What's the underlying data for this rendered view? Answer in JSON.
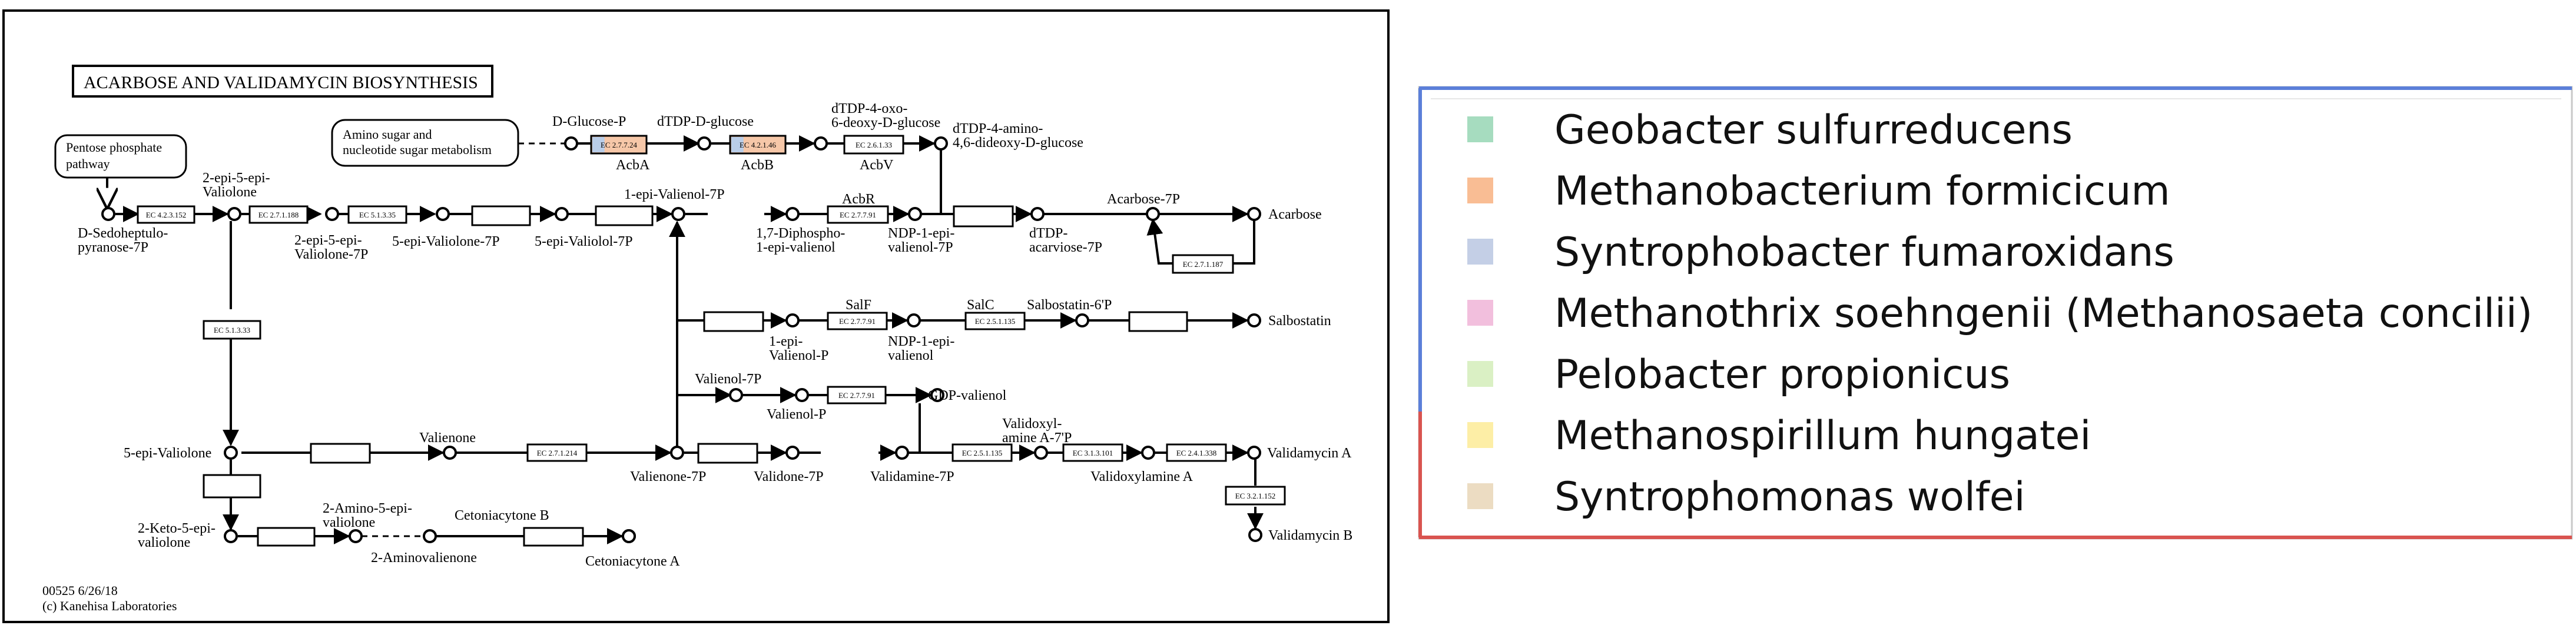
{
  "map": {
    "title": "ACARBOSE AND VALIDAMYCIN BIOSYNTHESIS",
    "footer_id": "00525 6/26/18",
    "footer_copyright": "(c) Kanehisa Laboratories"
  },
  "colors": {
    "highlight_fill": "#f6c7a8",
    "highlight_stripe": "#b9cde8",
    "legend_border_top": "#5b7fd9",
    "legend_border_bottom": "#d9534f"
  },
  "maps": [
    {
      "id": "m1",
      "text": "Pentose phosphate\npathway"
    },
    {
      "id": "m2",
      "text": "Amino sugar and\nnucleotide sugar metabolism"
    }
  ],
  "enzymes": [
    {
      "id": "e1",
      "text": "EC 4.2.3.152",
      "highlighted": false
    },
    {
      "id": "e2",
      "text": "EC 2.7.1.188",
      "highlighted": false
    },
    {
      "id": "e3",
      "text": "EC 5.1.3.35",
      "highlighted": false
    },
    {
      "id": "e4",
      "text": "",
      "highlighted": false
    },
    {
      "id": "e5",
      "text": "",
      "highlighted": false
    },
    {
      "id": "e6",
      "text": "EC 2.7.7.24",
      "highlighted": true
    },
    {
      "id": "e7",
      "text": "EC 4.2.1.46",
      "highlighted": true
    },
    {
      "id": "e8",
      "text": "EC 2.6.1.33",
      "highlighted": false
    },
    {
      "id": "e9",
      "text": "EC 2.7.7.91",
      "highlighted": false
    },
    {
      "id": "e10",
      "text": "",
      "highlighted": false
    },
    {
      "id": "e11",
      "text": "EC 2.7.1.187",
      "highlighted": false
    },
    {
      "id": "e12",
      "text": "",
      "highlighted": false
    },
    {
      "id": "e13",
      "text": "EC 2.7.7.91",
      "highlighted": false
    },
    {
      "id": "e14",
      "text": "EC 2.5.1.135",
      "highlighted": false
    },
    {
      "id": "e15",
      "text": "",
      "highlighted": false
    },
    {
      "id": "e16",
      "text": "EC 5.1.3.33",
      "highlighted": false
    },
    {
      "id": "e17",
      "text": "EC 2.7.7.91",
      "highlighted": false
    },
    {
      "id": "e18",
      "text": "",
      "highlighted": false
    },
    {
      "id": "e19",
      "text": "EC 2.7.1.214",
      "highlighted": false
    },
    {
      "id": "e20",
      "text": "",
      "highlighted": false
    },
    {
      "id": "e21",
      "text": "EC 2.5.1.135",
      "highlighted": false
    },
    {
      "id": "e22",
      "text": "EC 3.1.3.101",
      "highlighted": false
    },
    {
      "id": "e23",
      "text": "EC 2.4.1.338",
      "highlighted": false
    },
    {
      "id": "e24",
      "text": "",
      "highlighted": false
    },
    {
      "id": "e25",
      "text": "",
      "highlighted": false
    },
    {
      "id": "e26",
      "text": "",
      "highlighted": false
    },
    {
      "id": "e27",
      "text": "EC 3.2.1.152",
      "highlighted": false
    }
  ],
  "compounds": [
    {
      "id": "c1",
      "label": "D-Sedoheptulo-\npyranose-7P"
    },
    {
      "id": "c2",
      "label": "2-epi-5-epi-\nValiolone"
    },
    {
      "id": "c3",
      "label": "2-epi-5-epi-\nValiolone-7P"
    },
    {
      "id": "c4",
      "label": "5-epi-Valiolone-7P"
    },
    {
      "id": "c5",
      "label": "5-epi-Valiolol-7P"
    },
    {
      "id": "c6",
      "label": "1-epi-Valienol-7P"
    },
    {
      "id": "c7",
      "label": "D-Glucose-P"
    },
    {
      "id": "c8",
      "label": "dTDP-D-glucose"
    },
    {
      "id": "c9",
      "label": "dTDP-4-oxo-\n6-deoxy-D-glucose"
    },
    {
      "id": "c10",
      "label": "dTDP-4-amino-\n4,6-dideoxy-D-glucose"
    },
    {
      "id": "c11",
      "label": "1,7-Diphospho-\n1-epi-valienol"
    },
    {
      "id": "c12",
      "label": "NDP-1-epi-\nvalienol-7P"
    },
    {
      "id": "c13",
      "label": "dTDP-\nacarviose-7P"
    },
    {
      "id": "c14",
      "label": "Acarbose-7P"
    },
    {
      "id": "c15",
      "label": "Acarbose"
    },
    {
      "id": "c16",
      "label": "1-epi-\nValienol-P"
    },
    {
      "id": "c17",
      "label": "NDP-1-epi-\nvalienol"
    },
    {
      "id": "c18",
      "label": "Salbostatin-6'P"
    },
    {
      "id": "c19",
      "label": "Salbostatin"
    },
    {
      "id": "c20",
      "label": "Valienol-7P"
    },
    {
      "id": "c21",
      "label": "Valienol-P"
    },
    {
      "id": "c22",
      "label": "GDP-valienol"
    },
    {
      "id": "c23",
      "label": "5-epi-Valiolone"
    },
    {
      "id": "c24",
      "label": "Valienone"
    },
    {
      "id": "c25",
      "label": "Valienone-7P"
    },
    {
      "id": "c26",
      "label": "Validone-7P"
    },
    {
      "id": "c27",
      "label": "Validamine-7P"
    },
    {
      "id": "c28",
      "label": "Validoxyl-\namine A-7'P"
    },
    {
      "id": "c29",
      "label": "Validoxylamine A"
    },
    {
      "id": "c30",
      "label": "Validamycin A"
    },
    {
      "id": "c31",
      "label": "Validamycin B"
    },
    {
      "id": "c32",
      "label": "2-Keto-5-epi-\nvaliolone"
    },
    {
      "id": "c33",
      "label": "2-Amino-5-epi-\nvaliolone"
    },
    {
      "id": "c34",
      "label": "2-Aminovalienone"
    },
    {
      "id": "c35",
      "label": "Cetoniacytone B"
    },
    {
      "id": "c36",
      "label": "Cetoniacytone A"
    }
  ],
  "gene_labels": [
    {
      "id": "g1",
      "text": "AcbA"
    },
    {
      "id": "g2",
      "text": "AcbB"
    },
    {
      "id": "g3",
      "text": "AcbV"
    },
    {
      "id": "g4",
      "text": "AcbR"
    },
    {
      "id": "g5",
      "text": "SalF"
    },
    {
      "id": "g6",
      "text": "SalC"
    }
  ],
  "legend": {
    "items": [
      {
        "name": "Geobacter sulfurreducens",
        "color": "#a6dcbf"
      },
      {
        "name": "Methanobacterium formicicum",
        "color": "#f9bd94"
      },
      {
        "name": "Syntrophobacter fumaroxidans",
        "color": "#c4cfe6"
      },
      {
        "name": "Methanothrix soehngenii (Methanosaeta concilii)",
        "color": "#f2bfdd"
      },
      {
        "name": "Pelobacter propionicus",
        "color": "#daf0c4"
      },
      {
        "name": "Methanospirillum hungatei",
        "color": "#fdeea6"
      },
      {
        "name": "Syntrophomonas wolfei",
        "color": "#ecdcc2"
      }
    ]
  }
}
